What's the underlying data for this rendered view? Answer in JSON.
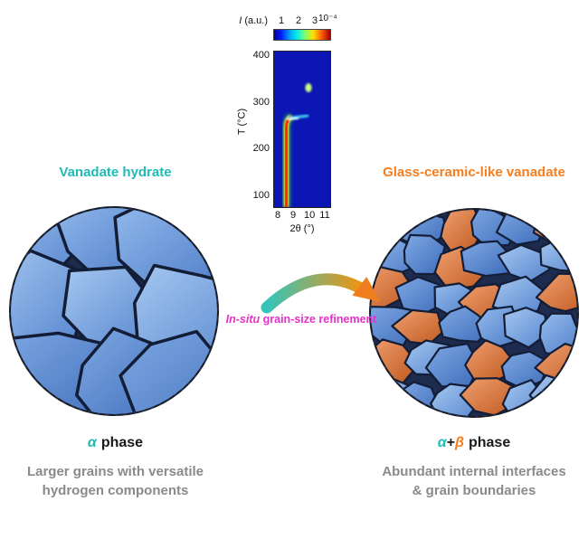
{
  "heatmap": {
    "i_label": "I",
    "i_units": " (a.u.)",
    "colorbar_ticks": [
      "1",
      "2",
      "3"
    ],
    "colorbar_exponent": "10⁻⁴",
    "y_axis_label": "T (°C)",
    "y_ticks": [
      "400",
      "300",
      "200",
      "100"
    ],
    "x_ticks": [
      "8",
      "9",
      "10",
      "11"
    ],
    "x_axis_label": "2θ (°)"
  },
  "left_panel": {
    "title": "Vanadate hydrate",
    "phase_symbol": "α",
    "phase_word": "phase",
    "caption_line1": "Larger grains with versatile",
    "caption_line2": "hydrogen components"
  },
  "right_panel": {
    "title": "Glass-ceramic-like vanadate",
    "phase_alpha": "α",
    "phase_plus": "+",
    "phase_beta": "β",
    "phase_word": "phase",
    "caption_line1": "Abundant internal interfaces",
    "caption_line2": "& grain boundaries"
  },
  "transition": {
    "label_prefix": "In-situ",
    "label_rest": " grain-size refinement"
  },
  "colors": {
    "teal": "#1fbbb5",
    "orange": "#f57e20",
    "magenta": "#ea30ca",
    "caption_gray": "#8a8a8a"
  },
  "chart_data": {
    "type": "heatmap",
    "title": "In-situ XRD intensity map",
    "xlabel": "2θ (°)",
    "ylabel": "T (°C)",
    "xlim": [
      7.7,
      11.3
    ],
    "ylim": [
      80,
      420
    ],
    "x_ticks": [
      8,
      9,
      10,
      11
    ],
    "y_ticks": [
      100,
      200,
      300,
      400
    ],
    "colorbar_label": "I (a.u.)",
    "colorbar_ticks": [
      1,
      2,
      3
    ],
    "colorbar_scale": 0.0001,
    "colormap": "jet",
    "background_intensity": "low (deep blue)",
    "features": [
      {
        "series": "alpha reflection",
        "x": 8.45,
        "y_range": [
          100,
          255
        ],
        "intensity": "high (red/yellow)"
      },
      {
        "series": "peak shift",
        "x_range": [
          8.45,
          8.8
        ],
        "y_range": [
          255,
          280
        ],
        "intensity": "medium"
      },
      {
        "series": "beta reflection",
        "x": 9.9,
        "y_range": [
          280,
          345
        ],
        "intensity": "medium (green/cyan), brightest near 330 °C"
      }
    ]
  }
}
